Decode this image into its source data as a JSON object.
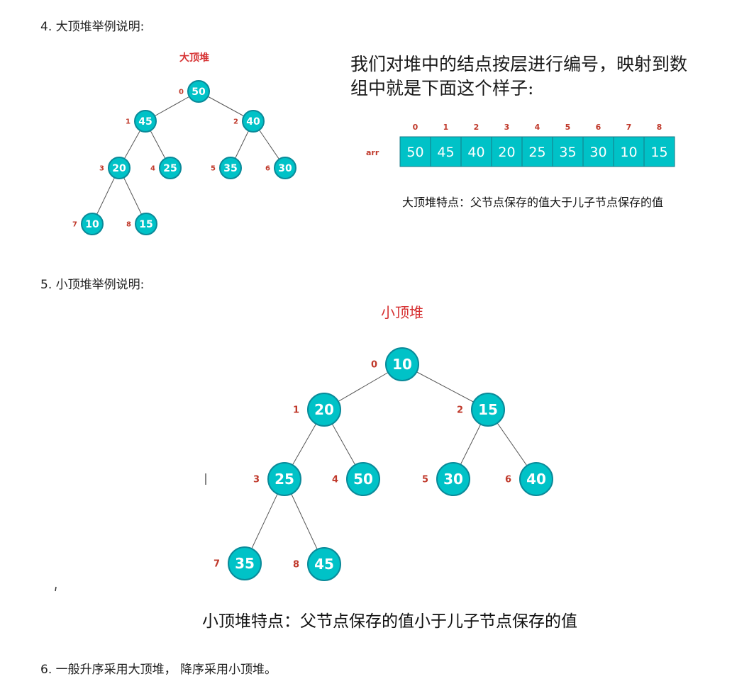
{
  "items": {
    "item4": "4. 大顶堆举例说明:",
    "item5": "5. 小顶堆举例说明:",
    "item6": "6. 一般升序采用大顶堆， 降序采用小顶堆。"
  },
  "max_heap": {
    "title": "大顶堆",
    "nodes": [
      {
        "index": "0",
        "value": "50"
      },
      {
        "index": "1",
        "value": "45"
      },
      {
        "index": "2",
        "value": "40"
      },
      {
        "index": "3",
        "value": "20"
      },
      {
        "index": "4",
        "value": "25"
      },
      {
        "index": "5",
        "value": "35"
      },
      {
        "index": "6",
        "value": "30"
      },
      {
        "index": "7",
        "value": "10"
      },
      {
        "index": "8",
        "value": "15"
      }
    ],
    "caption": "大顶堆特点：父节点保存的值大于儿子节点保存的值"
  },
  "mapping_text": {
    "line1": "我们对堆中的结点按层进行编号，映射到数",
    "line2": "组中就是下面这个样子:"
  },
  "array": {
    "label": "arr",
    "indices": [
      "0",
      "1",
      "2",
      "3",
      "4",
      "5",
      "6",
      "7",
      "8"
    ],
    "values": [
      "50",
      "45",
      "40",
      "20",
      "25",
      "35",
      "30",
      "10",
      "15"
    ]
  },
  "min_heap": {
    "title": "小顶堆",
    "nodes": [
      {
        "index": "0",
        "value": "10"
      },
      {
        "index": "1",
        "value": "20"
      },
      {
        "index": "2",
        "value": "15"
      },
      {
        "index": "3",
        "value": "25"
      },
      {
        "index": "4",
        "value": "50"
      },
      {
        "index": "5",
        "value": "30"
      },
      {
        "index": "6",
        "value": "40"
      },
      {
        "index": "7",
        "value": "35"
      },
      {
        "index": "8",
        "value": "45"
      }
    ],
    "caption": "小顶堆特点：父节点保存的值小于儿子节点保存的值"
  },
  "colors": {
    "node_fill": "#00c2c7",
    "node_stroke": "#0a8a99",
    "node_text": "#ffffff",
    "index_text": "#c0392b",
    "edge": "#555555",
    "array_fill": "#00c2c7",
    "array_stroke": "#177a87"
  }
}
